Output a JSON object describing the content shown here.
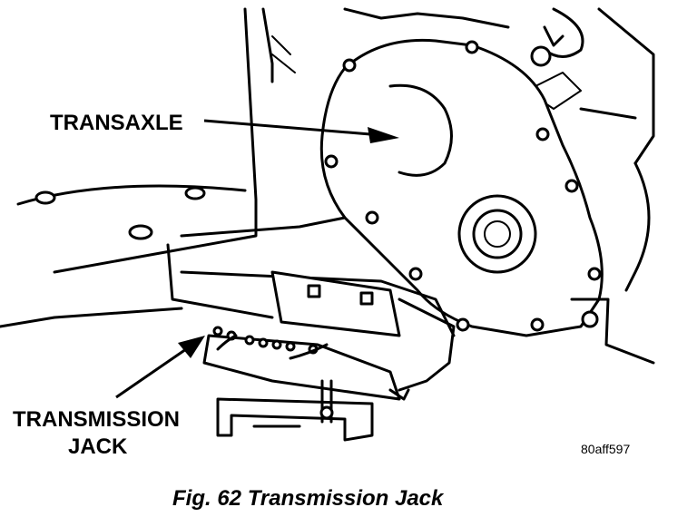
{
  "labels": {
    "transaxle": "TRANSAXLE",
    "transmission_line1": "TRANSMISSION",
    "transmission_line2": "JACK",
    "figure_code": "80aff597"
  },
  "caption": "Fig. 62 Transmission Jack"
}
